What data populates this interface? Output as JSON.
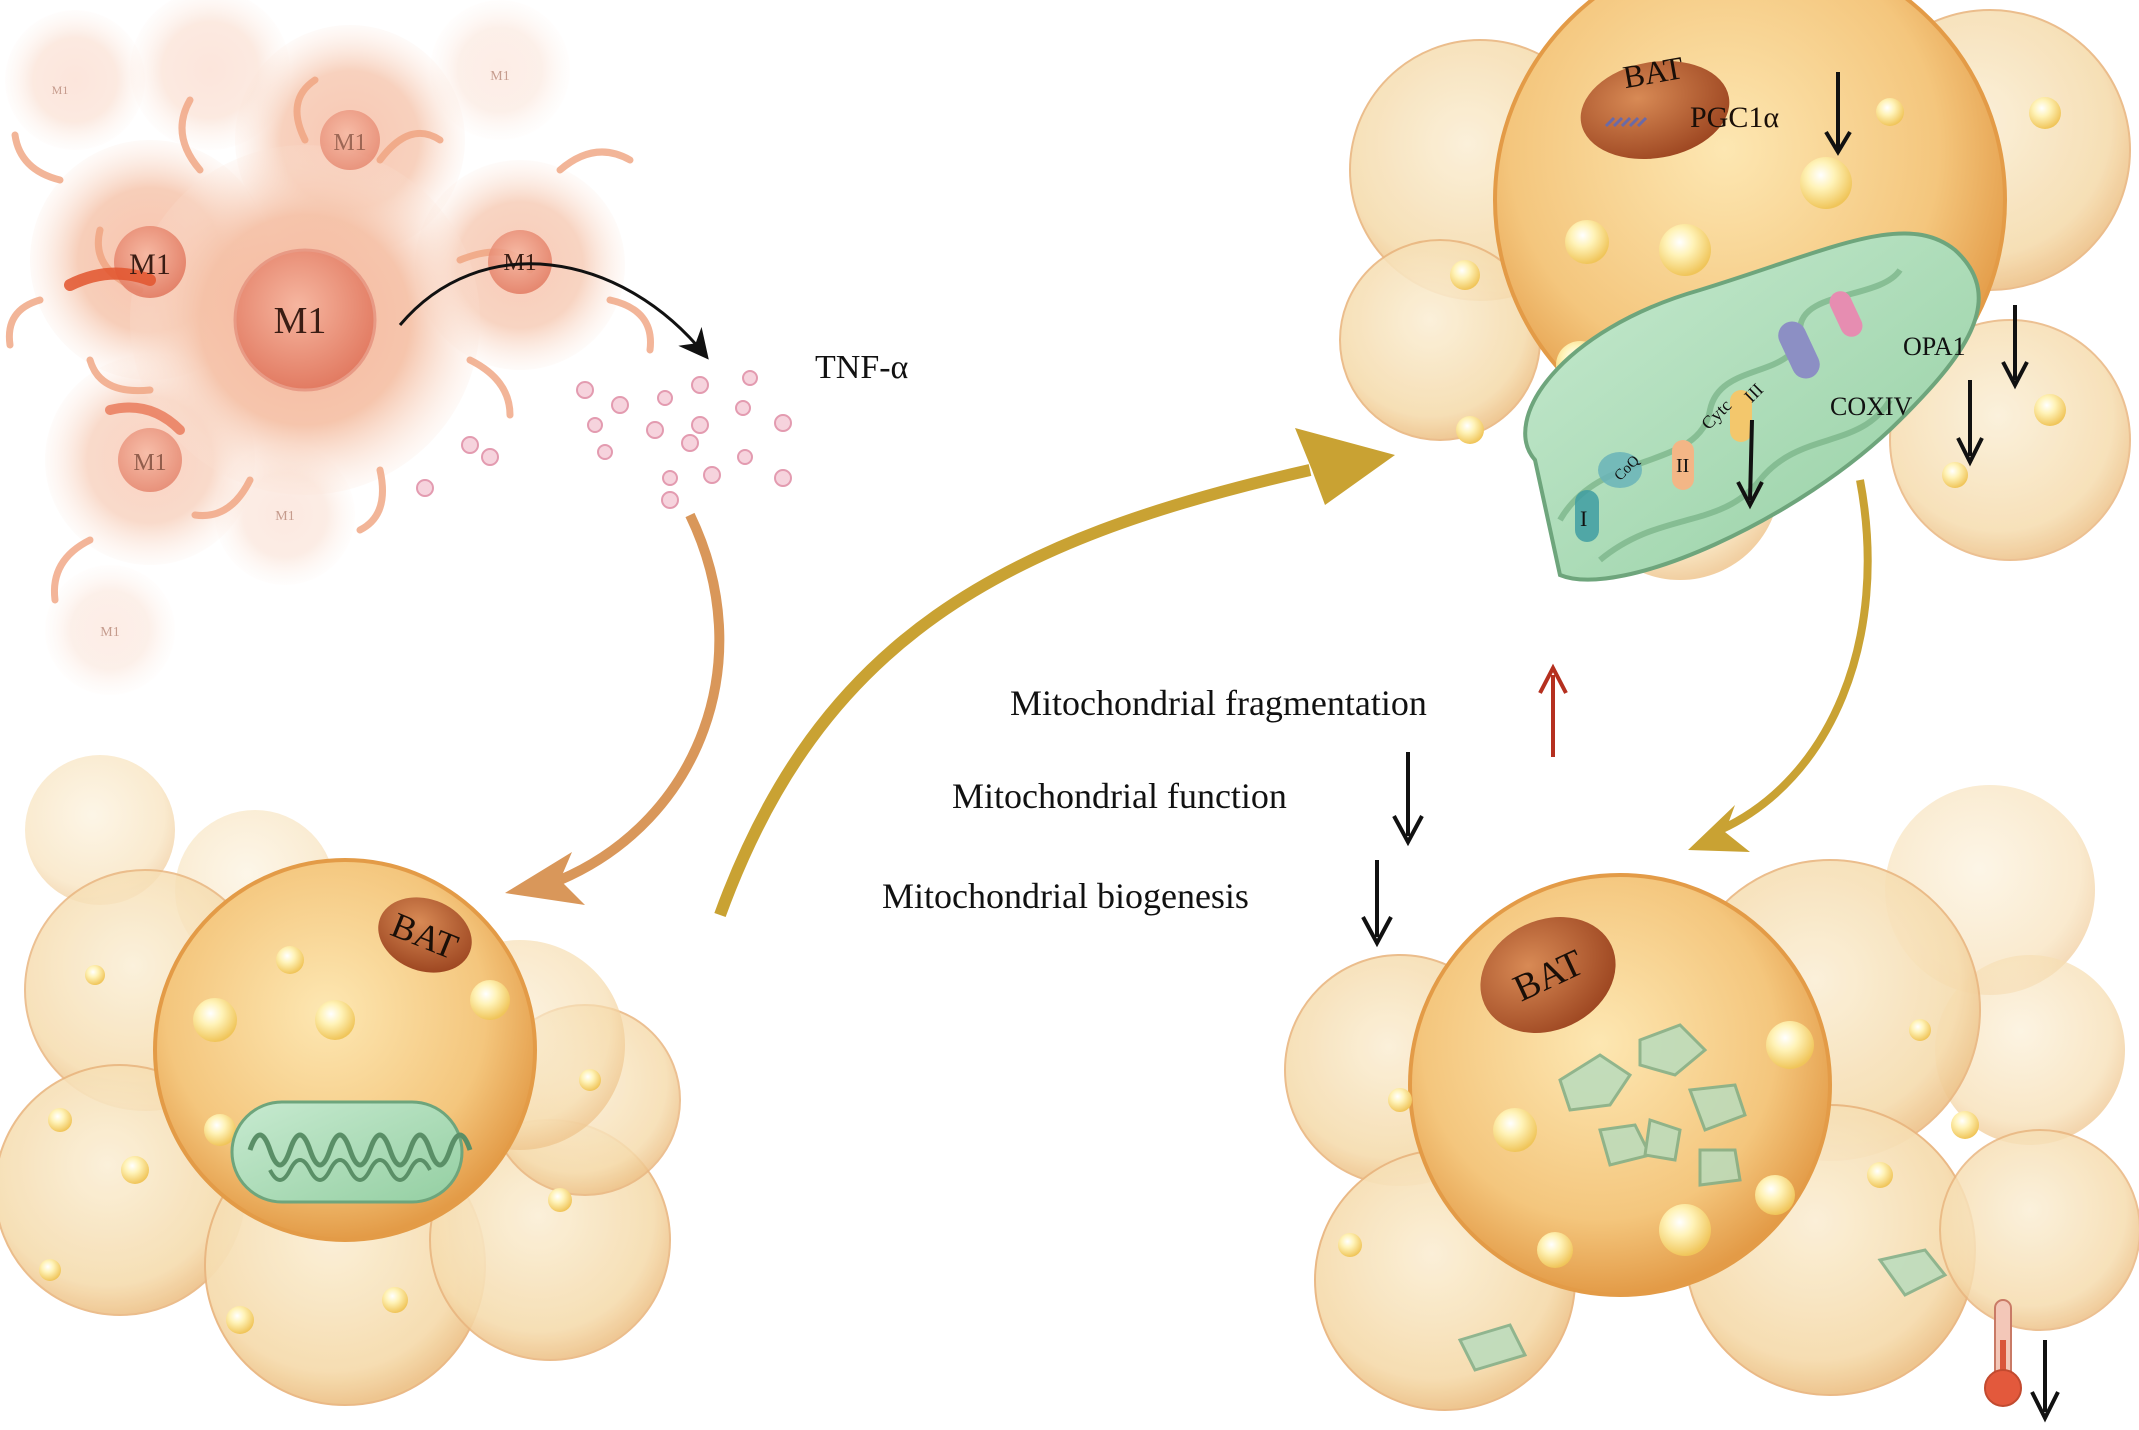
{
  "macrophages": {
    "main_label": "M1",
    "cell_label": "M1"
  },
  "cytokine": {
    "label": "TNF-α"
  },
  "bat_cells": {
    "bottom_left_label": "BAT",
    "top_right_label": "BAT",
    "bottom_right_label": "BAT"
  },
  "mitochondrion_detail": {
    "pgc1a_label": "PGC1α",
    "complex_i": "I",
    "coq": "CoQ",
    "complex_ii": "II",
    "cytc": "Cytc",
    "complex_iii": "III",
    "opa1": "OPA1",
    "coxiv": "COXIV"
  },
  "effects": [
    {
      "label": "Mitochondrial fragmentation",
      "direction": "up"
    },
    {
      "label": "Mitochondrial function",
      "direction": "down"
    },
    {
      "label": "Mitochondrial biogenesis",
      "direction": "down"
    }
  ],
  "colors": {
    "macrophage": "#f2a384",
    "macrophage_core": "#e8826a",
    "bat_cell": "#f3c47c",
    "bat_cell_edge": "#e6a64e",
    "nucleus": "#b85a2e",
    "mitochondrion": "#a9d9b4",
    "arrow_gold": "#c9a233",
    "arrow_orange": "#d9975a",
    "up_arrow": "#b5301f",
    "down_arrow": "#111111",
    "tnf_dots": "#e7a6b8"
  }
}
